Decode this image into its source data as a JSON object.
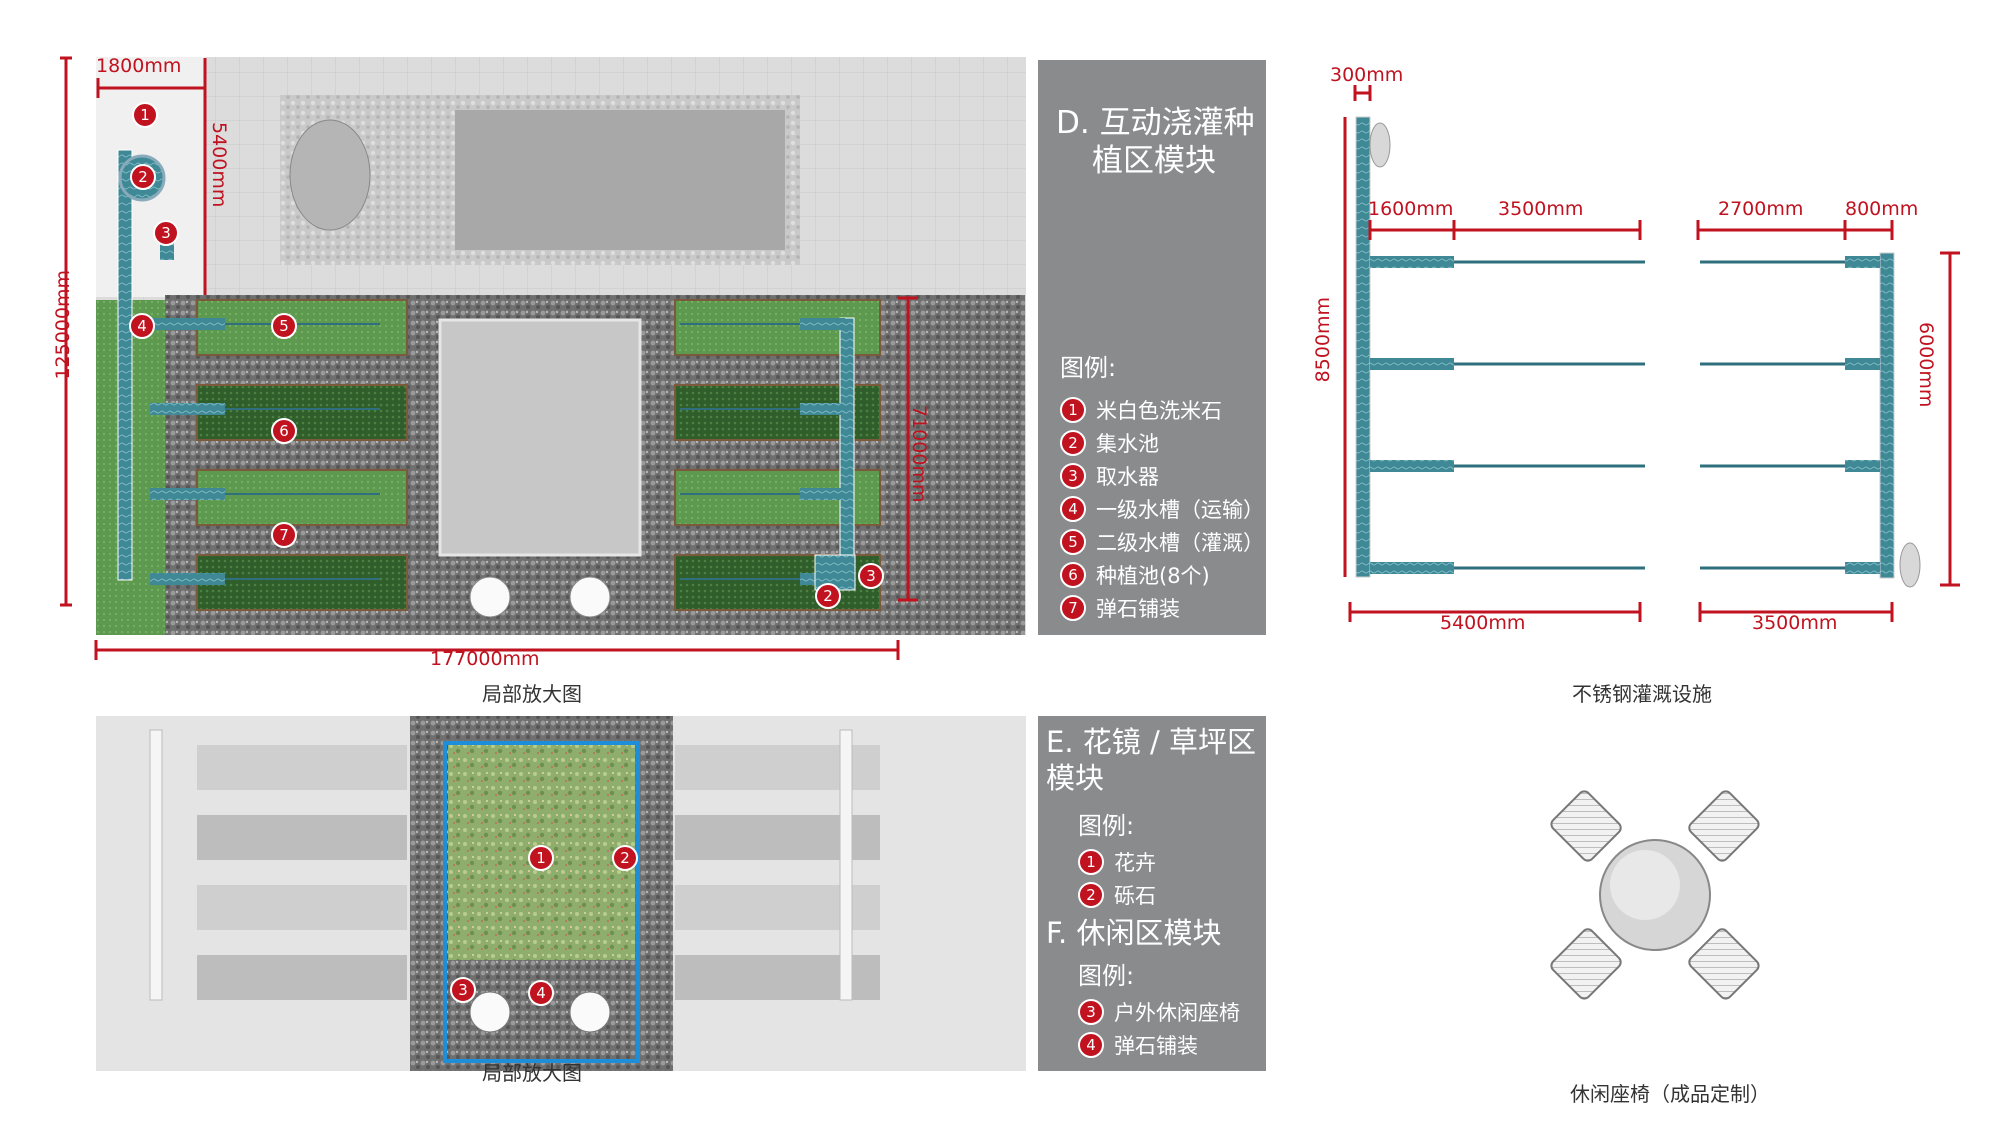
{
  "panel_d": {
    "title_line1": "D. 互动浇灌种",
    "title_line2": "植区模块",
    "legend_heading": "图例:",
    "legend": [
      {
        "num": "1",
        "label": "米白色洗米石"
      },
      {
        "num": "2",
        "label": "集水池"
      },
      {
        "num": "3",
        "label": "取水器"
      },
      {
        "num": "4",
        "label": "一级水槽（运输）"
      },
      {
        "num": "5",
        "label": "二级水槽（灌溉）"
      },
      {
        "num": "6",
        "label": "种植池(8个)"
      },
      {
        "num": "7",
        "label": "弹石铺装"
      }
    ]
  },
  "panel_ef": {
    "title_e_line1": "E. 花镜 / 草坪区",
    "title_e_line2": "模块",
    "legend_heading_e": "图例:",
    "legend_e": [
      {
        "num": "1",
        "label": "花卉"
      },
      {
        "num": "2",
        "label": "砾石"
      }
    ],
    "title_f": "F. 休闲区模块",
    "legend_heading_f": "图例:",
    "legend_f": [
      {
        "num": "3",
        "label": "户外休闲座椅"
      },
      {
        "num": "4",
        "label": "弹石铺装"
      }
    ]
  },
  "plan_top": {
    "caption": "局部放大图",
    "dims": {
      "width_top": "1800mm",
      "depth": "5400mm",
      "height_total": "125000mm",
      "width_total": "177000mm",
      "right_height": "71000mm"
    },
    "markers": [
      "1",
      "2",
      "3",
      "4",
      "5",
      "6",
      "7",
      "2",
      "3"
    ]
  },
  "plan_bottom": {
    "caption": "局部放大图",
    "markers": [
      "1",
      "2",
      "3",
      "4"
    ]
  },
  "facility": {
    "caption": "不锈钢灌溉设施",
    "dims": {
      "d300": "300mm",
      "d1600": "1600mm",
      "d3500a": "3500mm",
      "d2700": "2700mm",
      "d800": "800mm",
      "d8500": "8500mm",
      "d6000": "6000mm",
      "d5400": "5400mm",
      "d3500b": "3500mm"
    }
  },
  "seat": {
    "caption": "休闲座椅（成品定制）"
  },
  "colors": {
    "accent_red": "#c0121f",
    "panel_gray": "#8a8b8d",
    "water_teal": "#2f6f7e",
    "planting_green": "#3e7a3e"
  }
}
